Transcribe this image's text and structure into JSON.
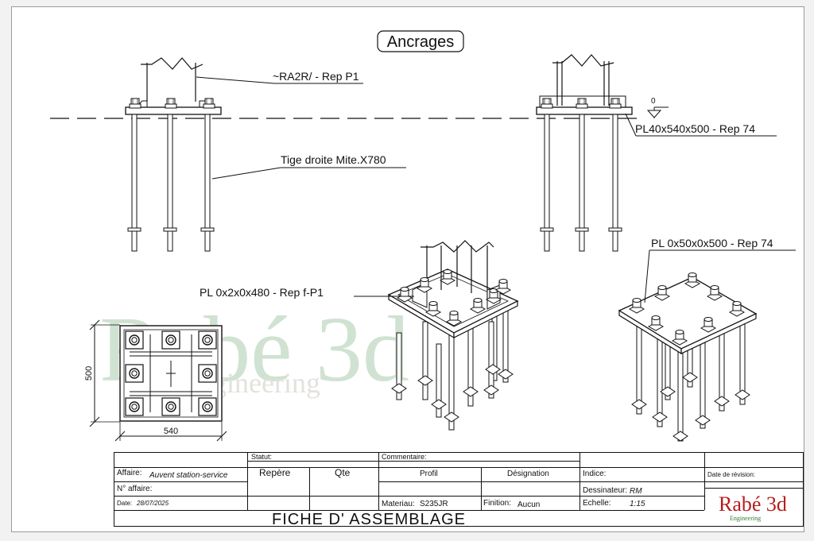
{
  "drawing": {
    "title": "Ancrages",
    "labels": {
      "top_left_profile": "~RA2R/ - Rep P1",
      "top_rod": "Tige droite Mite.X780",
      "top_right_plate": "PL40x540x500 - Rep 74",
      "elevation_marker": "0",
      "iso_left_plate": "PL 0x2x0x480 - Rep f-P1",
      "iso_right_plate": "PL 0x50x0x500 - Rep 74"
    },
    "dimensions": {
      "height": "500",
      "width": "540"
    },
    "watermark": {
      "brand": "Rabé 3d",
      "sub": "Engineering"
    }
  },
  "title_block": {
    "affaire_label": "Affaire:",
    "affaire_value": "Auvent station-service",
    "naffaire_label": "N° affaire:",
    "date_label": "Date:",
    "date_value": "28/07/2025",
    "statut_label": "Statut:",
    "repere_label": "Repère",
    "qte_label": "Qte",
    "commentaire_label": "Commentaire:",
    "profil_label": "Profil",
    "designation_label": "Désignation",
    "materiau_label": "Materiau:",
    "materiau_value": "S235JR",
    "finition_label": "Finition:",
    "finition_value": "Aucun",
    "indice_label": "Indice:",
    "dessinateur_label": "Dessinateur:",
    "dessinateur_value": "RM",
    "echelle_label": "Echelle:",
    "echelle_value": "1:15",
    "date_revision_label": "Date de révision:",
    "sheet_title": "FICHE  D' ASSEMBLAGE",
    "logo_text": "Rabé 3d",
    "logo_sub": "Engineering"
  }
}
